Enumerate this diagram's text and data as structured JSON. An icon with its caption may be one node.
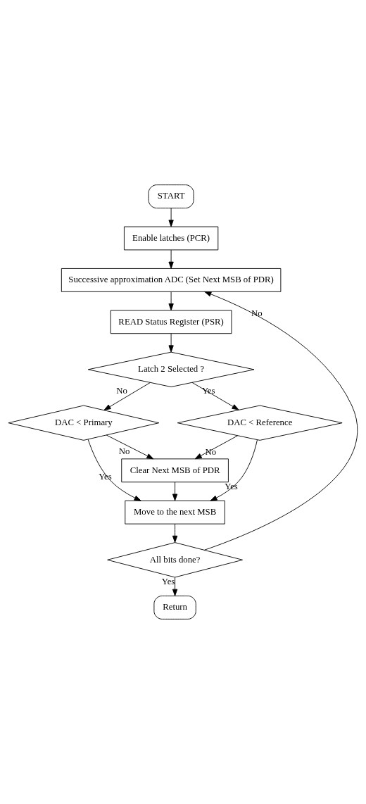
{
  "diagram": {
    "nodes": [
      {
        "text": [
          "START"
        ]
      },
      {
        "text": [
          "Enable latches (PCR)"
        ]
      },
      {
        "text": [
          "Successive approximation ADC (Set Next MSB of PDR)"
        ]
      },
      {
        "text": [
          "READ Status Register (PSR)"
        ]
      },
      {
        "text": [
          "Latch 2 Selected ?"
        ]
      },
      {
        "text": [
          "DAC < Primary"
        ]
      },
      {
        "text": [
          "DAC < Reference"
        ]
      },
      {
        "text": [
          "Clear Next MSB of PDR"
        ]
      },
      {
        "text": [
          "Move to the next MSB"
        ]
      },
      {
        "text": [
          "All bits done?"
        ]
      },
      {
        "text": [
          "Return"
        ]
      }
    ],
    "edges": [
      {
        "from": 0,
        "to": 1,
        "arrow": "to"
      },
      {
        "from": 1,
        "to": 2,
        "arrow": "to"
      },
      {
        "from": 2,
        "to": 3,
        "arrow": "to"
      },
      {
        "from": 3,
        "to": 4,
        "arrow": "to"
      },
      {
        "from": 4,
        "to": 5,
        "arrow": "to",
        "label": "No"
      },
      {
        "from": 4,
        "to": 6,
        "arrow": "to",
        "label": "Yes"
      },
      {
        "from": 5,
        "to": 7,
        "arrow": "to",
        "label": "No"
      },
      {
        "from": 6,
        "to": 7,
        "arrow": "to",
        "label": "No"
      },
      {
        "from": 5,
        "to": 8,
        "arrow": "to",
        "label": "Yes"
      },
      {
        "from": 7,
        "to": 8,
        "arrow": "to"
      },
      {
        "from": 6,
        "to": 8,
        "arrow": "to",
        "label": "Yes"
      },
      {
        "from": 8,
        "to": 9,
        "arrow": "to"
      },
      {
        "from": 9,
        "to": 2,
        "arrow": "to",
        "label": "No"
      },
      {
        "from": 9,
        "to": 10,
        "arrow": "to",
        "label": "Yes"
      }
    ]
  }
}
